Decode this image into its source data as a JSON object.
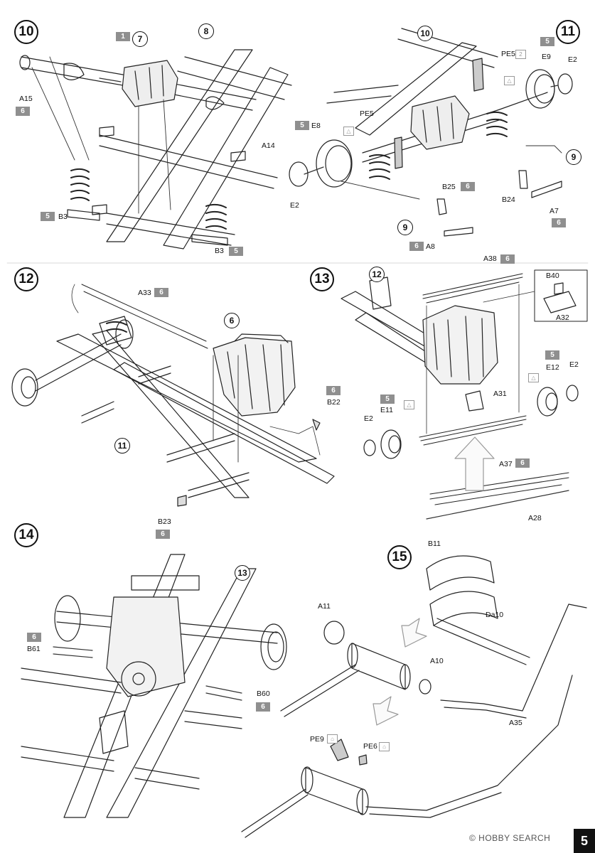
{
  "page_number": "5",
  "watermark": "© HOBBY SEARCH",
  "steps": {
    "s10": "10",
    "s11": "11",
    "s12": "12",
    "s13": "13",
    "s14": "14",
    "s15": "15"
  },
  "refs": {
    "r10_7": "7",
    "r10_8": "8",
    "r11_10": "10",
    "r11_9a": "9",
    "r11_9b": "9",
    "r12_6": "6",
    "r12_11": "11",
    "r13_12": "12",
    "r14_13": "13"
  },
  "labels": {
    "a15": "A15",
    "a14": "A14",
    "b3a": "B3",
    "b3b": "B3",
    "pe5a": "PE5",
    "pe5b": "PE5",
    "e9": "E9",
    "e2a": "E2",
    "e8": "E8",
    "e2b": "E2",
    "b25": "B25",
    "b24": "B24",
    "a7": "A7",
    "a8": "A8",
    "a33": "A33",
    "b22": "B22",
    "b23": "B23",
    "a38": "A38",
    "b40": "B40",
    "a32": "A32",
    "e12": "E12",
    "e2c": "E2",
    "a31": "A31",
    "e11": "E11",
    "e2d": "E2",
    "a37": "A37",
    "a28": "A28",
    "b61": "B61",
    "b60": "B60",
    "b11": "B11",
    "da10": "Da10",
    "a11": "A11",
    "a10": "A10",
    "a35": "A35",
    "pe9": "PE9",
    "pe6": "PE6"
  },
  "sprues": {
    "sp10_1": "1",
    "sp10_a15": "6",
    "sp10_b3a": "5",
    "sp10_b3b": "5",
    "sp11_e9": "5",
    "sp11_e8": "5",
    "sp11_b25": "6",
    "sp11_a7": "6",
    "sp11_a8": "6",
    "sp12_a33": "6",
    "sp12_b22": "6",
    "sp12_b23": "6",
    "sp13_a38": "6",
    "sp13_e12": "5",
    "sp13_e11": "5",
    "sp13_a37": "6",
    "sp14_b61": "6",
    "sp14_b60": "6"
  },
  "pe_fret": "2"
}
